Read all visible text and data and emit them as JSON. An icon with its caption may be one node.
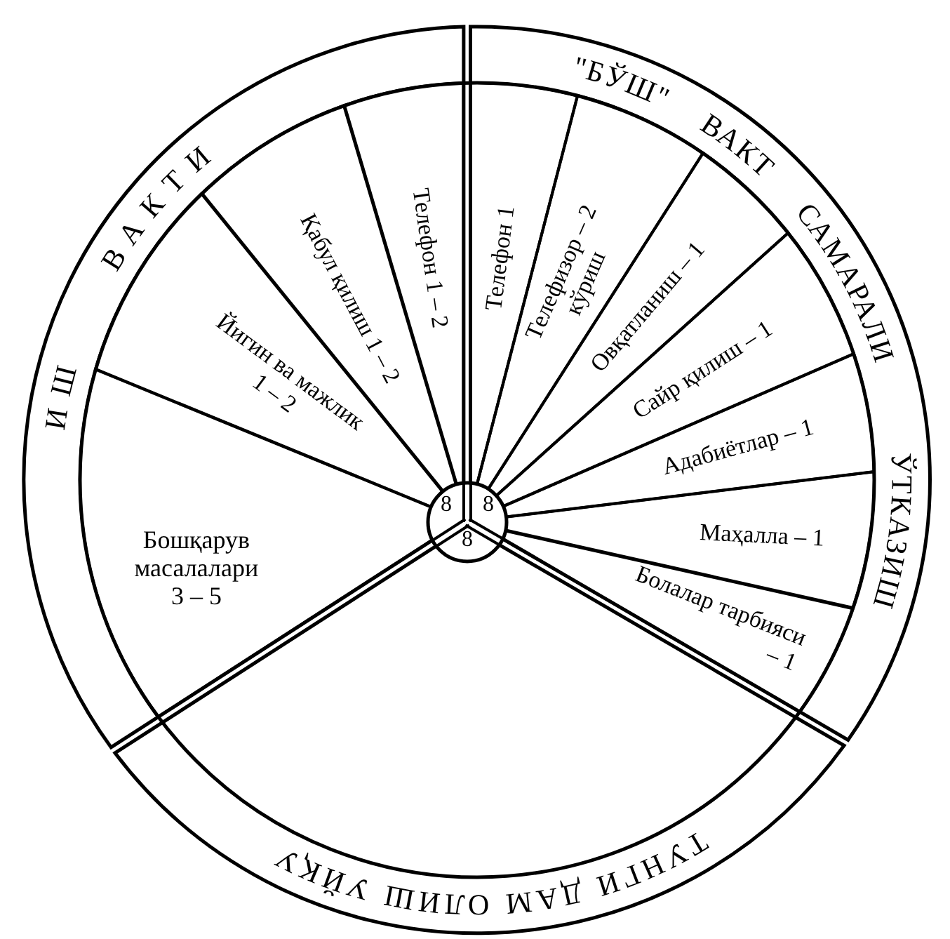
{
  "diagram": {
    "nodes": [
      {
        "text": [
          "ИШ",
          "ВАКТИ"
        ]
      },
      {
        "text": [
          "Бошқарув масалалари 3 – 5"
        ],
        "in": 0
      },
      {
        "text": [
          "Йигин ва мажлик 1 – 2"
        ],
        "in": 0
      },
      {
        "text": [
          "Қабул қилиш 1 – 2"
        ],
        "in": 0
      },
      {
        "text": [
          "Телефон 1 – 2"
        ],
        "in": 0
      },
      {
        "text": [
          "\"БЎШ\"",
          "ВАКТ",
          "САМАРАЛИ",
          "ЎТКАЗИШ"
        ]
      },
      {
        "text": [
          "Телефон 1"
        ],
        "in": 5
      },
      {
        "text": [
          "Телефизор – 2 кўриш"
        ],
        "in": 5
      },
      {
        "text": [
          "Овқатланиш – 1"
        ],
        "in": 5
      },
      {
        "text": [
          "Сайр қилиш – 1"
        ],
        "in": 5
      },
      {
        "text": [
          "Адабиётлар – 1"
        ],
        "in": 5
      },
      {
        "text": [
          "Маҳалла – 1"
        ],
        "in": 5
      },
      {
        "text": [
          "Болалар тарбияси – 1"
        ],
        "in": 5
      },
      {
        "text": [
          "ТУНГИ ДАМ ОЛИШ УЙҚУ"
        ]
      },
      {
        "text": [
          "8",
          "8",
          "8"
        ]
      }
    ]
  }
}
